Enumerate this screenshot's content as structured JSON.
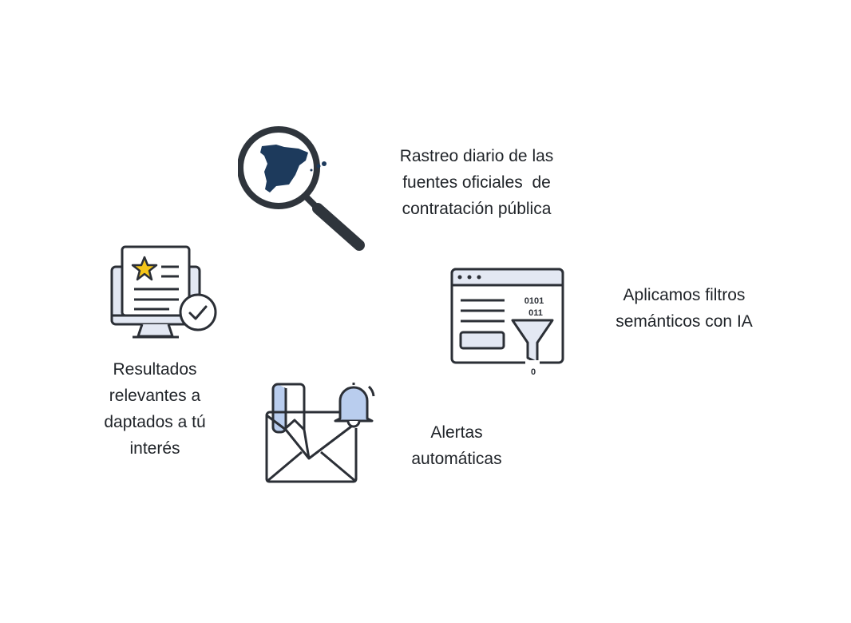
{
  "steps": [
    {
      "id": "tracking",
      "lines": [
        "Rastreo diario de las",
        "fuentes oficiales  de",
        "contratación pública"
      ],
      "icon": "magnifier-spain-map-icon"
    },
    {
      "id": "filters",
      "lines": [
        "Aplicamos filtros",
        "semánticos con IA"
      ],
      "icon": "browser-funnel-icon"
    },
    {
      "id": "alerts",
      "lines": [
        "Alertas",
        "automáticas"
      ],
      "icon": "envelope-bell-icon"
    },
    {
      "id": "results",
      "lines": [
        "Resultados",
        "relevantes a",
        "daptados a tú",
        "interés"
      ],
      "icon": "monitor-document-check-icon"
    }
  ],
  "icon_text": {
    "binary_top": "0101",
    "binary_mid": "011",
    "binary_out": "0"
  },
  "colors": {
    "stroke": "#2b2f36",
    "fill_light": "#e3e8f3",
    "bell": "#b9cdee",
    "map": "#1d3a5c",
    "star": "#f5c518"
  }
}
